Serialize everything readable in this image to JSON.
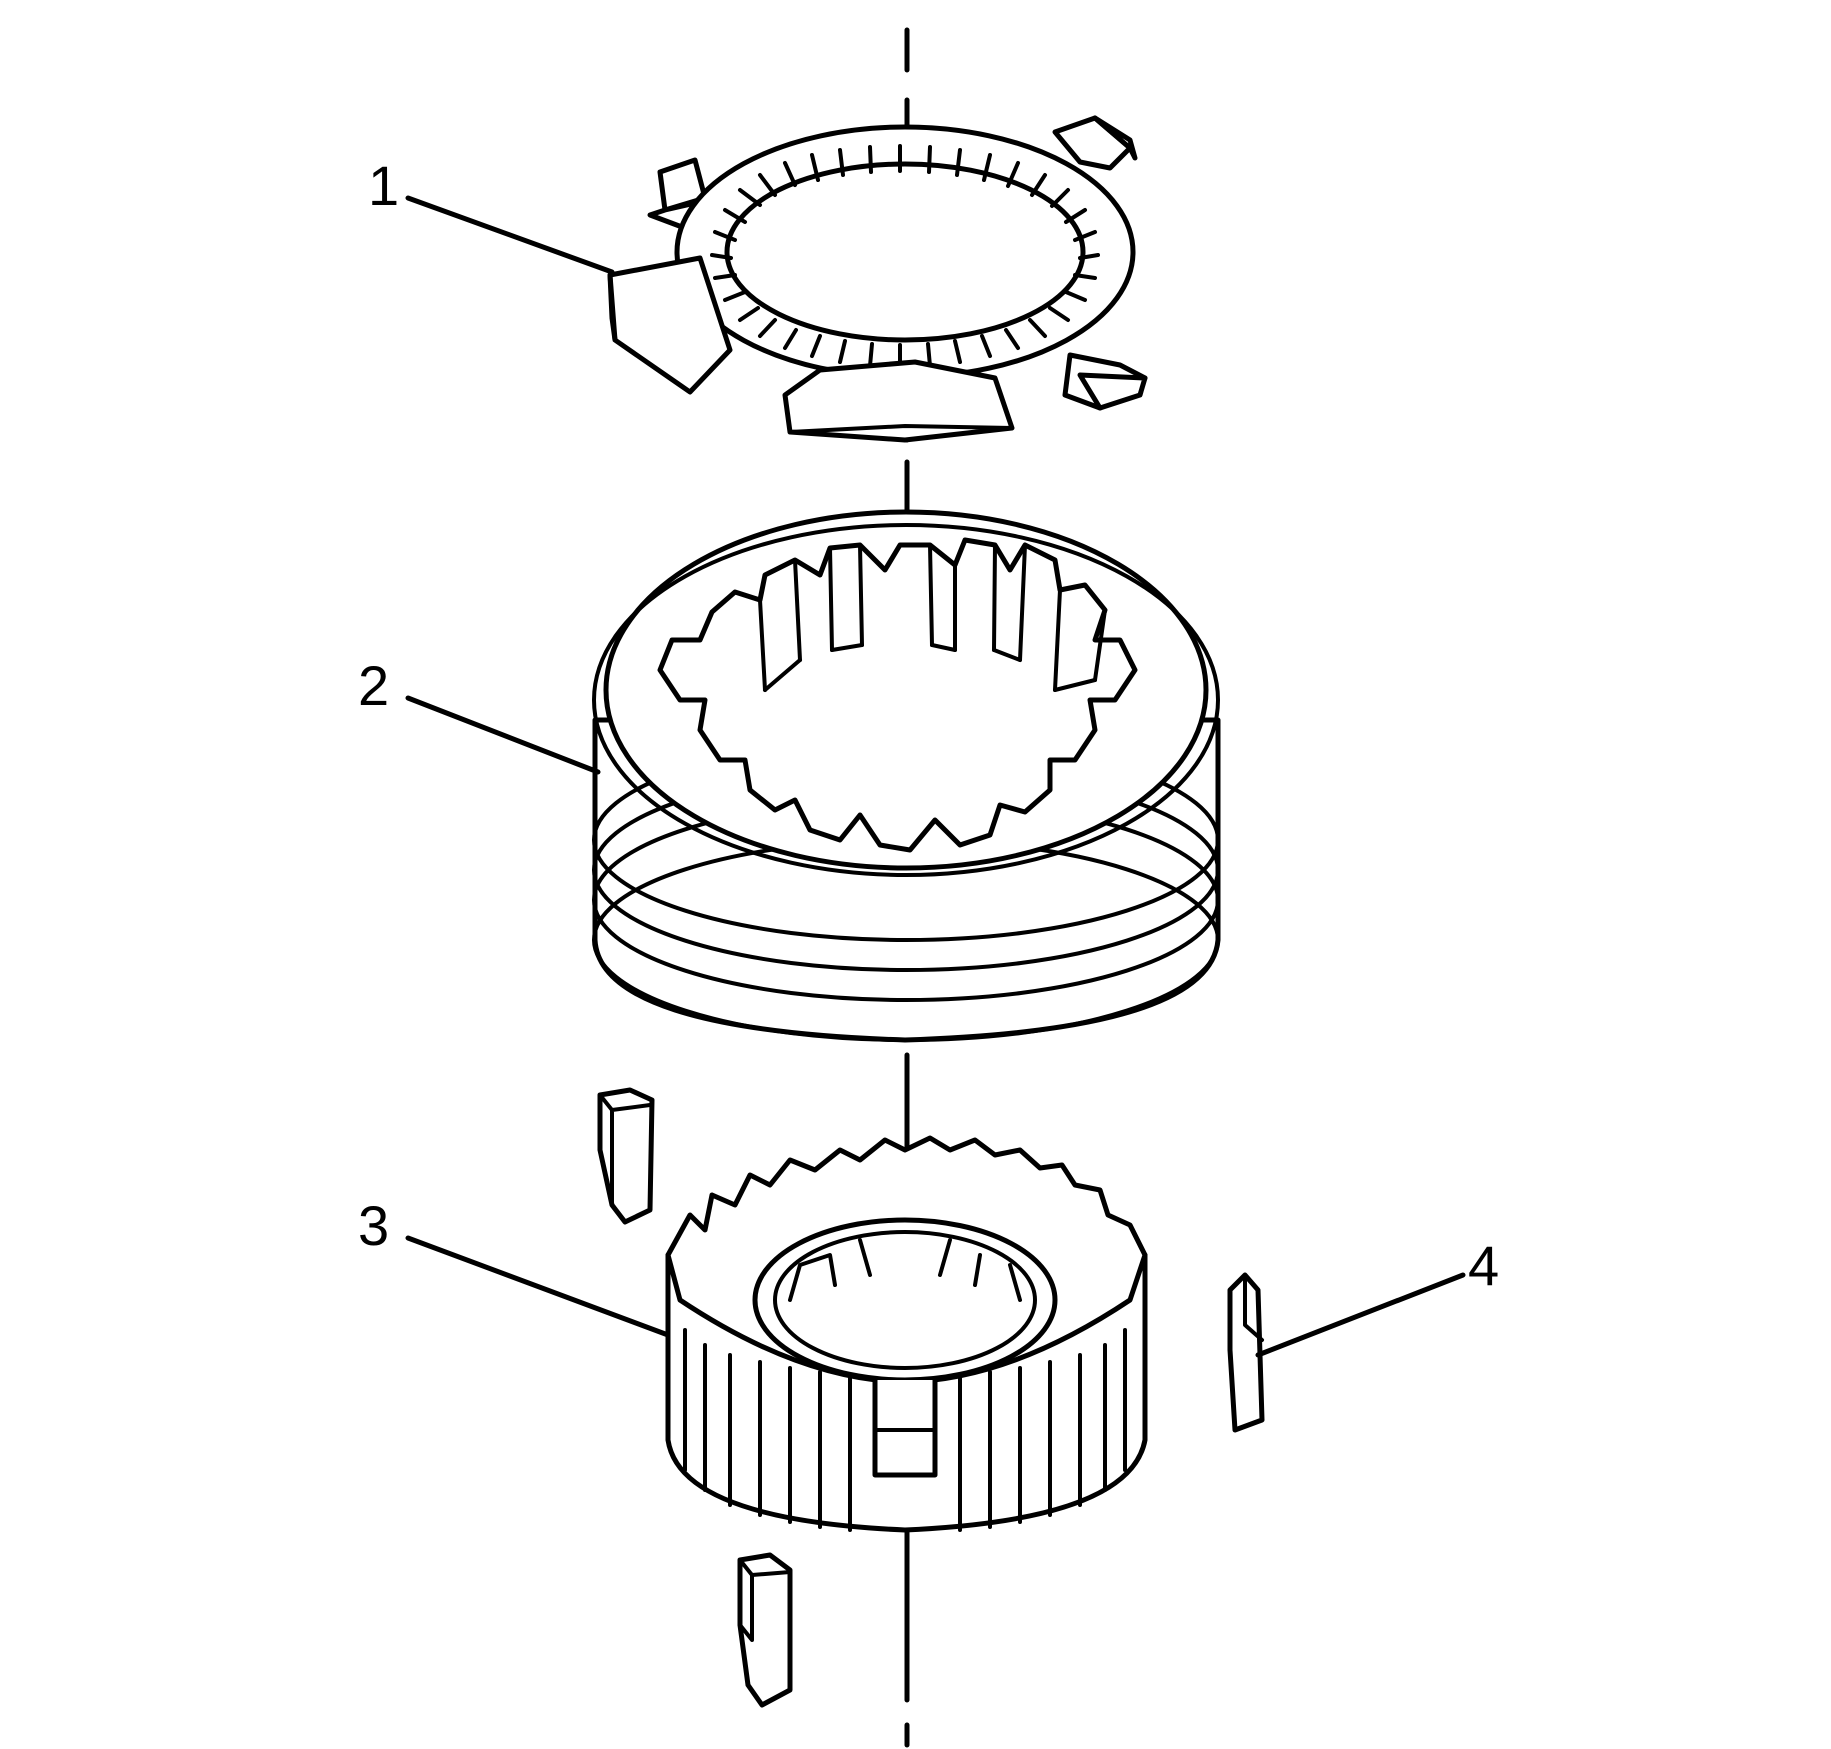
{
  "diagram": {
    "callouts": [
      {
        "id": "1",
        "label": "1"
      },
      {
        "id": "2",
        "label": "2"
      },
      {
        "id": "3",
        "label": "3"
      },
      {
        "id": "4",
        "label": "4"
      }
    ],
    "parts": [
      {
        "id": "part-1",
        "kind": "retaining-ring"
      },
      {
        "id": "part-2",
        "kind": "synchronizer-sleeve"
      },
      {
        "id": "part-3",
        "kind": "synchronizer-hub"
      },
      {
        "id": "part-4",
        "kind": "synchronizer-key",
        "count": 3
      }
    ],
    "colors": {
      "ink": "#000000",
      "paper": "#ffffff"
    }
  }
}
